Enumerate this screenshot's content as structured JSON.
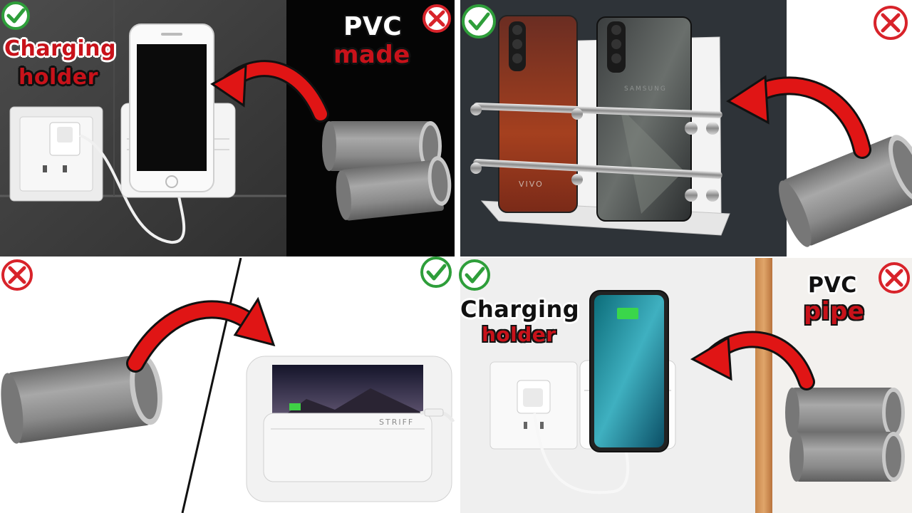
{
  "panels": {
    "top_left": {
      "caption_line1": "Charging",
      "caption_line2": "holder",
      "caption_line3": "PVC",
      "caption_line4": "made",
      "good_mark": "check-icon",
      "bad_mark": "cross-icon"
    },
    "top_right": {
      "brand_left": "VIVO",
      "brand_right": "SAMSUNG",
      "good_mark": "check-icon",
      "bad_mark": "cross-icon"
    },
    "bottom_left": {
      "wall_holder_brand": "STRIFF",
      "good_mark": "check-icon",
      "bad_mark": "cross-icon"
    },
    "bottom_right": {
      "caption_line1": "Charging",
      "caption_line2": "holder",
      "caption_line3": "PVC",
      "caption_line4": "pipe",
      "good_mark": "check-icon",
      "bad_mark": "cross-icon"
    }
  },
  "colors": {
    "check_green": "#2e9e3a",
    "cross_red": "#d8232a",
    "arrow_red": "#e01515",
    "pipe_grey": "#8f8f8f",
    "holder_white": "#f2f2f2"
  }
}
